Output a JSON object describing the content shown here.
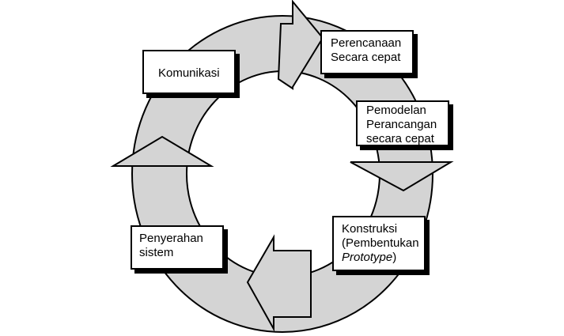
{
  "diagram": {
    "colors": {
      "ring_fill": "#d4d4d4",
      "stroke": "#000000",
      "box_fill": "#ffffff",
      "background": "#ffffff"
    },
    "nodes": [
      {
        "id": "komunikasi",
        "lines": [
          "Komunikasi"
        ]
      },
      {
        "id": "perencanaan",
        "lines": [
          "Perencanaan",
          "Secara cepat"
        ]
      },
      {
        "id": "pemodelan",
        "lines": [
          "Pemodelan",
          "Perancangan",
          "secara cepat"
        ]
      },
      {
        "id": "konstruksi",
        "lines": [
          "Konstruksi",
          "(Pembentukan",
          "Prototype",
          ")"
        ]
      },
      {
        "id": "penyerahan",
        "lines": [
          "Penyerahan",
          "sistem"
        ]
      }
    ],
    "flow": [
      "komunikasi",
      "perencanaan",
      "pemodelan",
      "konstruksi",
      "penyerahan",
      "komunikasi"
    ]
  }
}
